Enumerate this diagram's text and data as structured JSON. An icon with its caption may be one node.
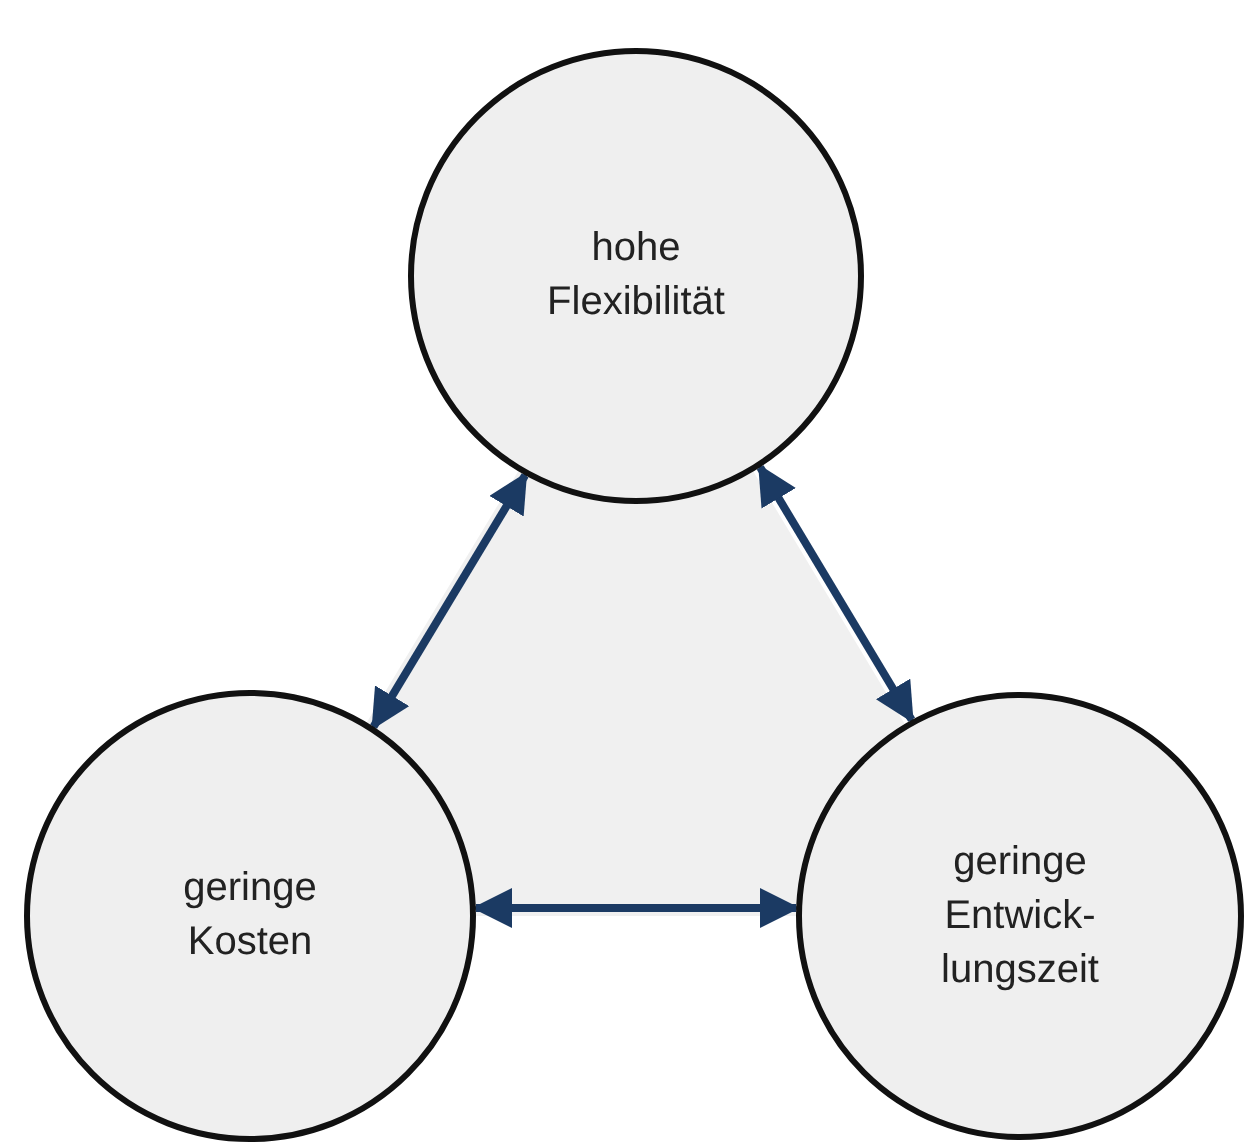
{
  "diagram": {
    "nodes": [
      {
        "text": [
          "hohe Flexibilität"
        ]
      },
      {
        "text": [
          "geringe Kosten"
        ]
      },
      {
        "text": [
          "geringe Entwick- lungszeit"
        ]
      }
    ],
    "edges": [
      {
        "from": 0,
        "to": 1,
        "arrow": "both"
      },
      {
        "from": 0,
        "to": 2,
        "arrow": "both"
      },
      {
        "from": 1,
        "to": 2,
        "arrow": "both"
      }
    ]
  }
}
